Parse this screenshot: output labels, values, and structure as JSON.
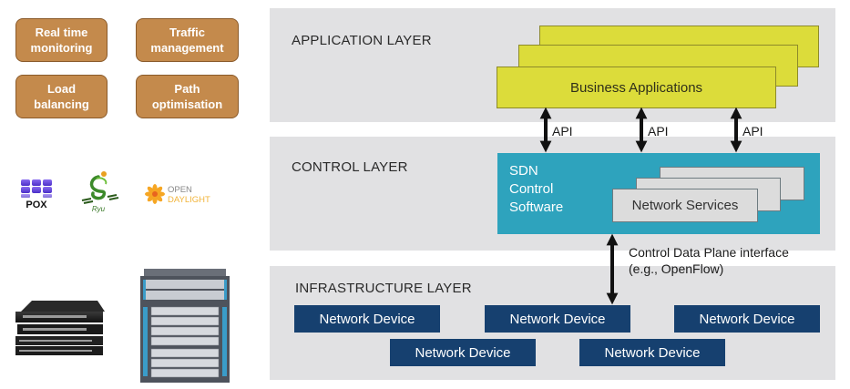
{
  "applications": [
    {
      "label": "Real time monitoring",
      "lines": [
        "Real time",
        "monitoring"
      ]
    },
    {
      "label": "Traffic management",
      "lines": [
        "Traffic",
        "management"
      ]
    },
    {
      "label": "Load balancing",
      "lines": [
        "Load",
        "balancing"
      ]
    },
    {
      "label": "Path optimisation",
      "lines": [
        "Path",
        "optimisation"
      ]
    }
  ],
  "controllers": {
    "pox": {
      "name": "POX",
      "icon": "pox-logo-icon"
    },
    "ryu": {
      "name": "Ryu",
      "icon": "ryu-dragon-logo-icon"
    },
    "opendaylight": {
      "name": "OpenDaylight",
      "line1": "OPEN",
      "line2": "DAYLIGHT",
      "icon": "opendaylight-logo-icon"
    }
  },
  "hardware": [
    {
      "name": "stacked switches",
      "icon": "switch-stack-icon"
    },
    {
      "name": "chassis router",
      "icon": "chassis-router-icon"
    }
  ],
  "layers": {
    "application": {
      "title": "APPLICATION LAYER",
      "business_apps_label": "Business Applications"
    },
    "api_labels": [
      "API",
      "API",
      "API"
    ],
    "control": {
      "title": "CONTROL LAYER",
      "sdn_lines": [
        "SDN",
        "Control",
        "Software"
      ],
      "network_services_label": "Network Services"
    },
    "interface": {
      "line1": "Control Data Plane interface",
      "line2": "(e.g., OpenFlow)"
    },
    "infrastructure": {
      "title": "INFRASTRUCTURE LAYER",
      "devices": [
        "Network Device",
        "Network Device",
        "Network Device",
        "Network Device",
        "Network Device"
      ]
    }
  },
  "colors": {
    "app_box": "#c48a4c",
    "layer_bg": "#e1e1e3",
    "business_apps": "#dcdc3a",
    "sdn": "#2ea3bd",
    "network_device": "#16406f"
  }
}
